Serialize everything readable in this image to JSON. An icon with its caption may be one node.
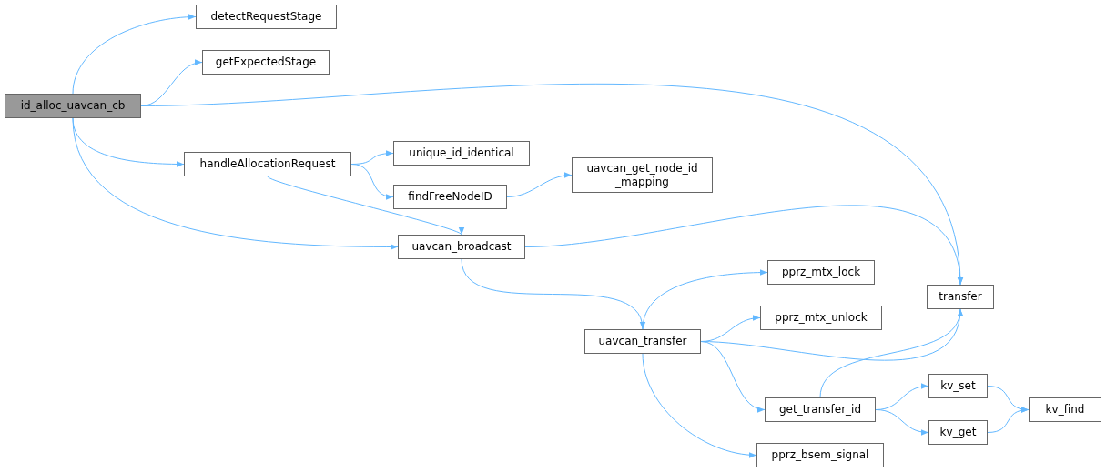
{
  "diagram": {
    "nodes": [
      {
        "text": [
          "id_alloc_uavcan_cb"
        ]
      },
      {
        "text": [
          "detectRequestStage"
        ]
      },
      {
        "text": [
          "getExpectedStage"
        ]
      },
      {
        "text": [
          "handleAllocationRequest"
        ]
      },
      {
        "text": [
          "unique_id_identical"
        ]
      },
      {
        "text": [
          "findFreeNodeID"
        ]
      },
      {
        "text": [
          "uavcan_get_node_id _mapping"
        ]
      },
      {
        "text": [
          "uavcan_broadcast"
        ]
      },
      {
        "text": [
          "transfer"
        ]
      },
      {
        "text": [
          "pprz_mtx_lock"
        ]
      },
      {
        "text": [
          "pprz_mtx_unlock"
        ]
      },
      {
        "text": [
          "uavcan_transfer"
        ]
      },
      {
        "text": [
          "get_transfer_id"
        ]
      },
      {
        "text": [
          "kv_set"
        ]
      },
      {
        "text": [
          "kv_get"
        ]
      },
      {
        "text": [
          "kv_find"
        ]
      },
      {
        "text": [
          "pprz_bsem_signal"
        ]
      }
    ],
    "edges": [
      {
        "from": 0,
        "to": 1,
        "arrow": "to"
      },
      {
        "from": 0,
        "to": 2,
        "arrow": "to"
      },
      {
        "from": 0,
        "to": 8,
        "arrow": "to"
      },
      {
        "from": 0,
        "to": 3,
        "arrow": "to"
      },
      {
        "from": 0,
        "to": 7,
        "arrow": "to"
      },
      {
        "from": 3,
        "to": 4,
        "arrow": "to"
      },
      {
        "from": 3,
        "to": 5,
        "arrow": "to"
      },
      {
        "from": 3,
        "to": 7,
        "arrow": "to"
      },
      {
        "from": 5,
        "to": 6,
        "arrow": "to"
      },
      {
        "from": 7,
        "to": 8,
        "arrow": "to"
      },
      {
        "from": 7,
        "to": 11,
        "arrow": "to"
      },
      {
        "from": 11,
        "to": 9,
        "arrow": "to"
      },
      {
        "from": 11,
        "to": 10,
        "arrow": "to"
      },
      {
        "from": 11,
        "to": 8,
        "arrow": "to"
      },
      {
        "from": 11,
        "to": 12,
        "arrow": "to"
      },
      {
        "from": 11,
        "to": 16,
        "arrow": "to"
      },
      {
        "from": 12,
        "to": 8,
        "arrow": "to"
      },
      {
        "from": 12,
        "to": 13,
        "arrow": "to"
      },
      {
        "from": 12,
        "to": 14,
        "arrow": "to"
      },
      {
        "from": 13,
        "to": 15,
        "arrow": "to"
      },
      {
        "from": 14,
        "to": 15,
        "arrow": "to"
      }
    ]
  }
}
